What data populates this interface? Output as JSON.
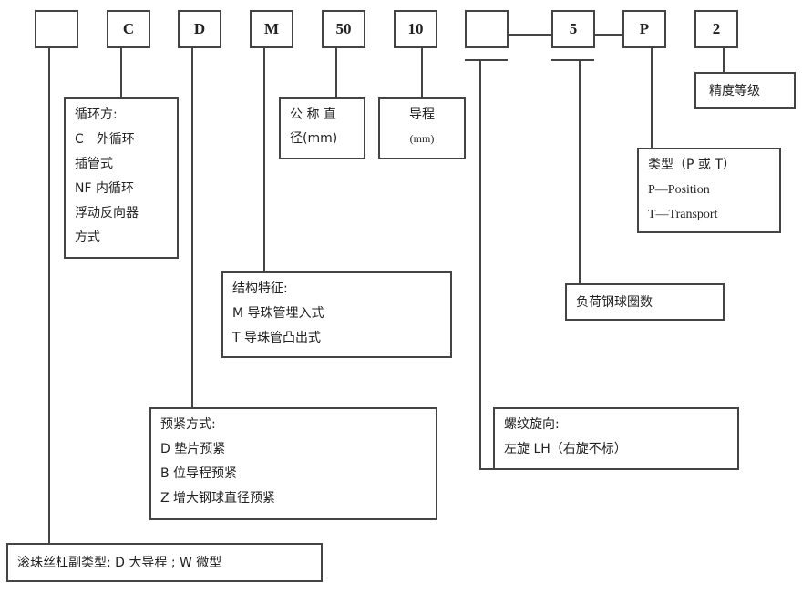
{
  "codes": [
    "",
    "C",
    "D",
    "M",
    "50",
    "10",
    "",
    "5",
    "P",
    "2"
  ],
  "descriptions": {
    "circulation": {
      "title": "循环方:",
      "lines": [
        "C　外循环",
        "插管式",
        "NF 内循环",
        "浮动反向器",
        "方式"
      ]
    },
    "nominal_diameter": {
      "lines": [
        "公 称 直",
        "径(mm)"
      ]
    },
    "lead": {
      "lines": [
        "导程",
        "(mm)"
      ]
    },
    "accuracy": {
      "text": "精度等级"
    },
    "type": {
      "title": "类型（P 或 T）",
      "lines": [
        "P—Position",
        "T—Transport"
      ]
    },
    "structure": {
      "title": "结构特征:",
      "lines": [
        "M 导珠管埋入式",
        "T 导珠管凸出式"
      ]
    },
    "load_turns": {
      "text": "负荷钢球圈数"
    },
    "preload": {
      "title": "预紧方式:",
      "lines": [
        "D 垫片预紧",
        "B 位导程预紧",
        "Z 增大钢球直径预紧"
      ]
    },
    "thread_direction": {
      "title": "螺纹旋向:",
      "lines": [
        "左旋 LH（右旋不标）"
      ]
    },
    "ballscrew_type": {
      "text": "滚珠丝杠副类型: D 大导程 ; W 微型"
    }
  }
}
